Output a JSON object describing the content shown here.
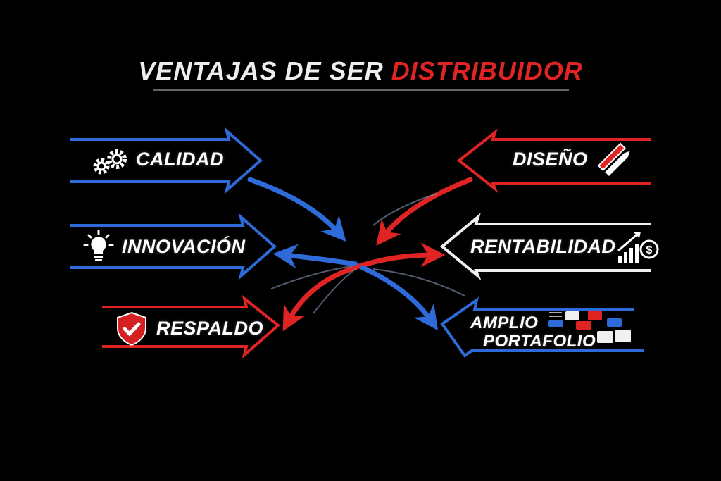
{
  "title": {
    "part1": "VENTAJAS DE SER ",
    "part2": "DISTRIBUIDOR"
  },
  "colors": {
    "blue": "#2f6bd8",
    "red": "#e02424",
    "white": "#f0f0f0",
    "background": "#000000"
  },
  "left_items": [
    {
      "label": "CALIDAD",
      "icon": "gears-icon",
      "arrow_color": "blue"
    },
    {
      "label": "INNOVACIÓN",
      "icon": "lightbulb-icon",
      "arrow_color": "blue"
    },
    {
      "label": "RESPALDO",
      "icon": "shield-check-icon",
      "arrow_color": "red"
    }
  ],
  "right_items": [
    {
      "label": "DISEÑO",
      "icon": "pencil-ruler-icon",
      "arrow_color": "red"
    },
    {
      "label": "RENTABILIDAD",
      "icon": "growth-chart-dollar-icon",
      "arrow_color": "white"
    },
    {
      "label_line1": "AMPLIO",
      "label_line2": "PORTAFOLIO",
      "icon": "product-blocks-icon",
      "arrow_color": "blue"
    }
  ]
}
